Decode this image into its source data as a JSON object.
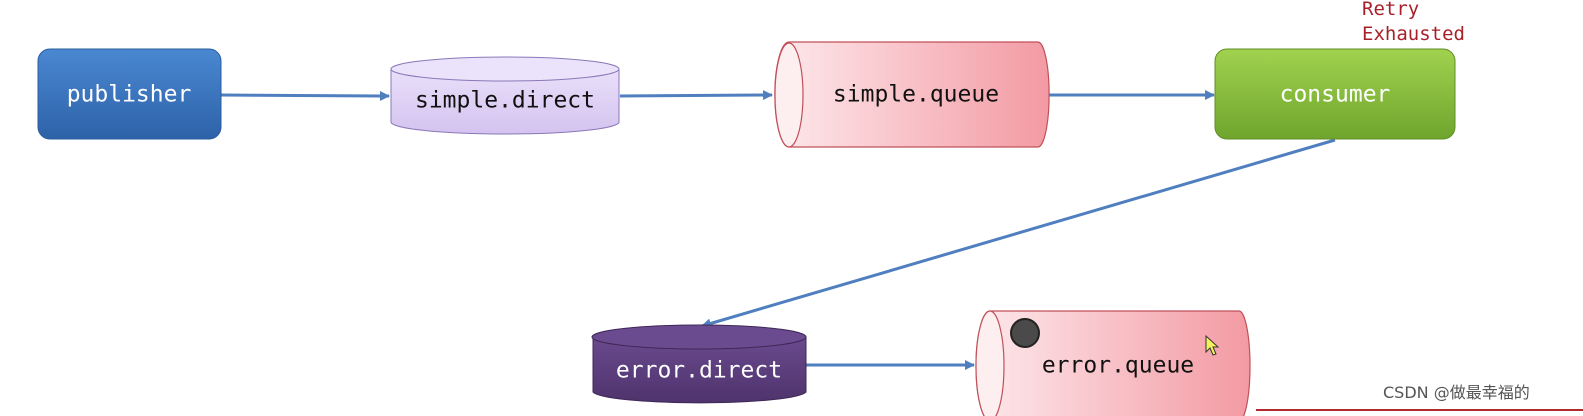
{
  "nodes": {
    "publisher": "publisher",
    "simple_direct": "simple.direct",
    "simple_queue": "simple.queue",
    "consumer": "consumer",
    "error_direct": "error.direct",
    "error_queue": "error.queue"
  },
  "annotation": {
    "line1": "Retry",
    "line2": "Exhausted"
  },
  "watermark": "CSDN @做最幸福的",
  "colors": {
    "publisher": "#3a74c0",
    "simple_direct": "#ddd0f3",
    "queue_pink": "#f39aa3",
    "consumer": "#86bf3a",
    "error_direct": "#5c3f7d",
    "arrow": "#4f7fbf",
    "annotation": "#a8202a"
  }
}
